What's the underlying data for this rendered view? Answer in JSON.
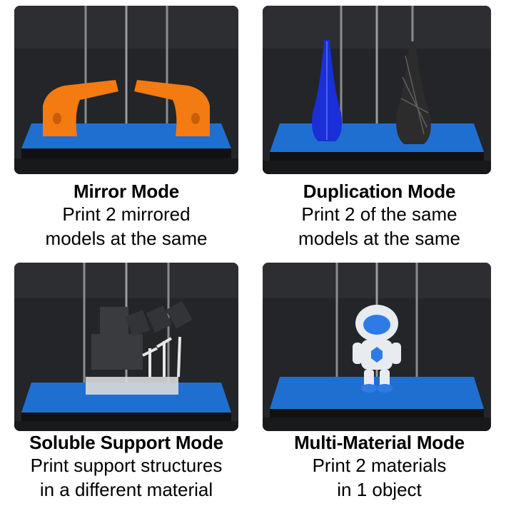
{
  "panels": [
    {
      "title": "Mirror Mode",
      "lines": [
        "Print 2 mirrored",
        "models at the same"
      ]
    },
    {
      "title": "Duplication Mode",
      "lines": [
        "Print 2 of the same",
        "models at the same"
      ]
    },
    {
      "title": "Soluble Support Mode",
      "lines": [
        "Print support structures",
        "in a different material"
      ]
    },
    {
      "title": "Multi-Material Mode",
      "lines": [
        "Print 2 materials",
        "in 1 object"
      ]
    }
  ],
  "colors": {
    "print_bed": "#1f6fd1",
    "orange_print": "#f47a12",
    "blue_vase": "#1a2fd6",
    "black_vase": "#2c2c2c",
    "support_white": "#e6e6e6",
    "astronaut_blue": "#2e7be6"
  }
}
